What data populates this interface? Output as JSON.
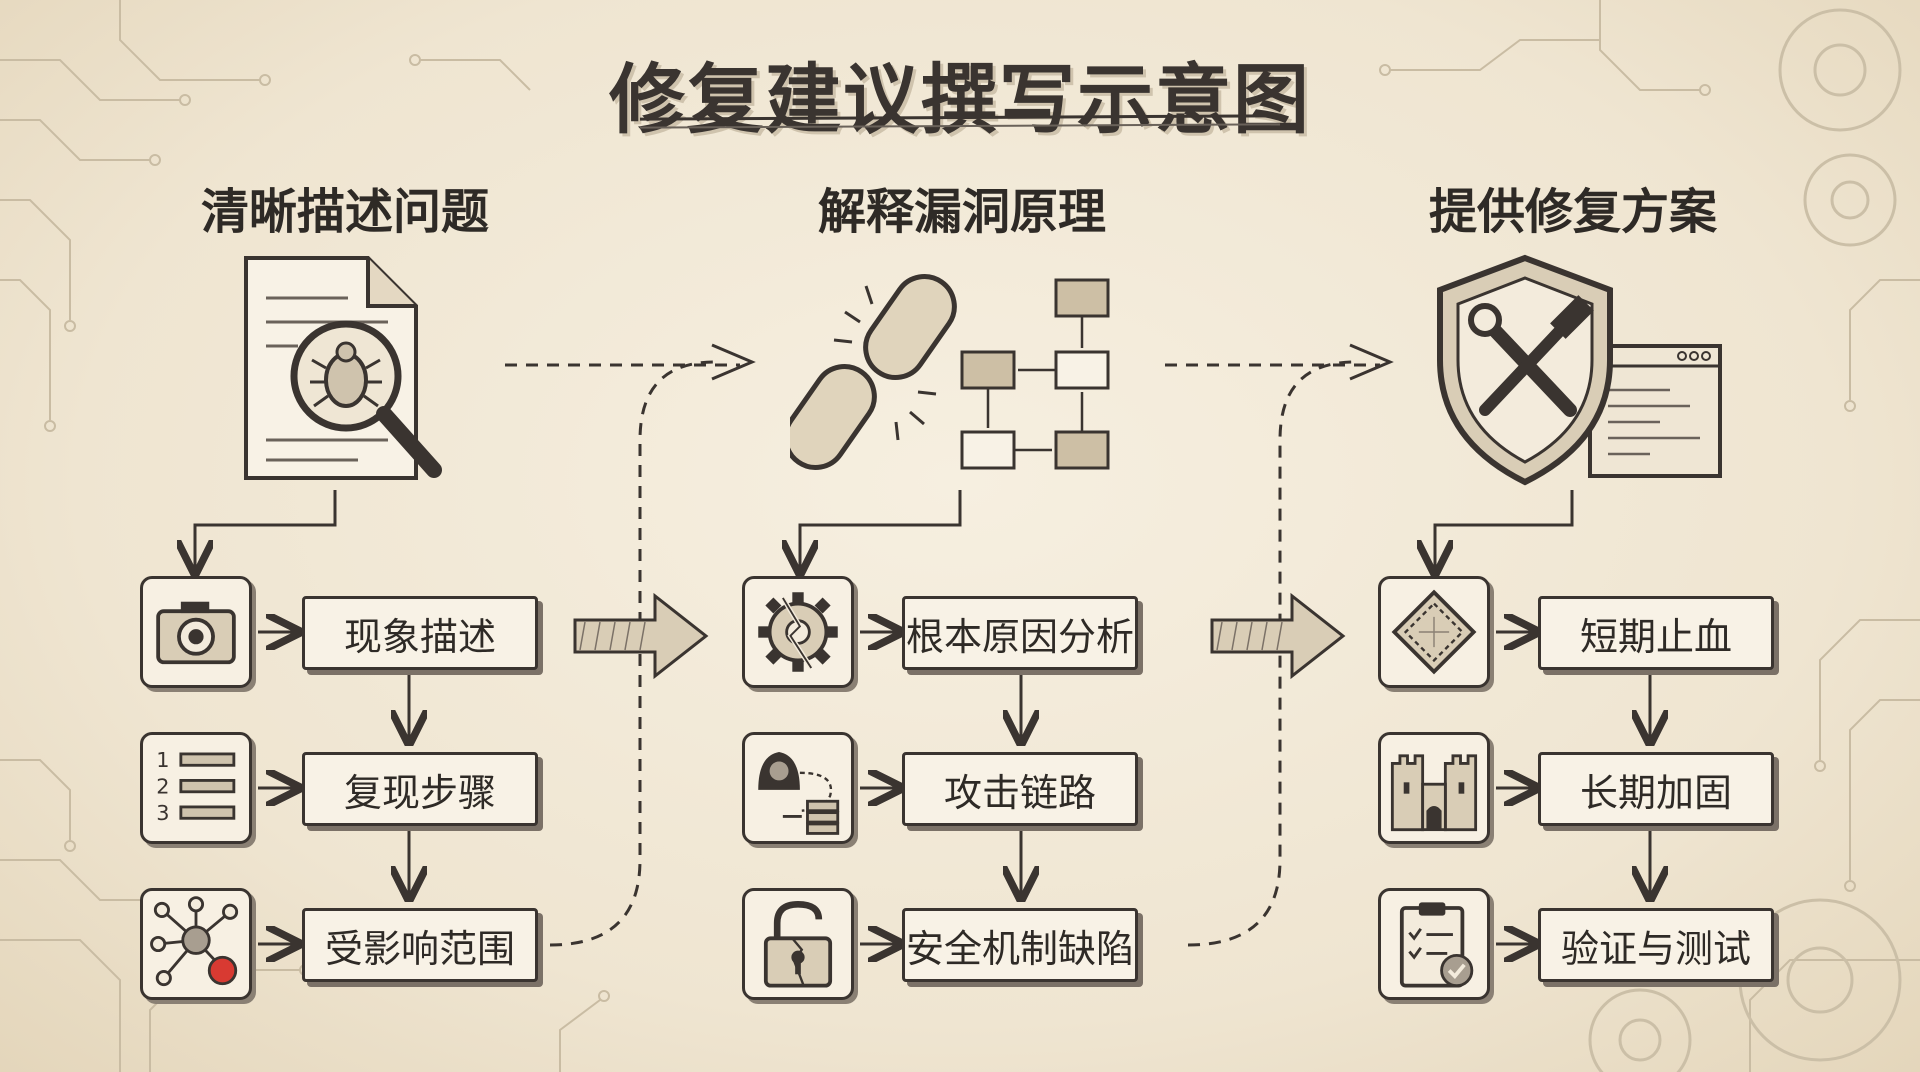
{
  "title": "修复建议撰写示意图",
  "columns": [
    {
      "title": "清晰描述问题",
      "hero_icon": "document-bug-magnifier-icon",
      "steps": [
        {
          "label": "现象描述",
          "icon": "camera-icon"
        },
        {
          "label": "复现步骤",
          "icon": "numbered-list-icon"
        },
        {
          "label": "受影响范围",
          "icon": "network-nodes-icon"
        }
      ]
    },
    {
      "title": "解释漏洞原理",
      "hero_icon": "broken-chain-flowchart-icon",
      "steps": [
        {
          "label": "根本原因分析",
          "icon": "broken-gear-icon"
        },
        {
          "label": "攻击链路",
          "icon": "hacker-server-icon"
        },
        {
          "label": "安全机制缺陷",
          "icon": "broken-padlock-icon"
        }
      ]
    },
    {
      "title": "提供修复方案",
      "hero_icon": "shield-tools-code-icon",
      "steps": [
        {
          "label": "短期止血",
          "icon": "bandage-patch-icon"
        },
        {
          "label": "长期加固",
          "icon": "castle-icon"
        },
        {
          "label": "验证与测试",
          "icon": "clipboard-check-icon"
        }
      ]
    }
  ],
  "colors": {
    "ink": "#3a3430",
    "paper": "#f6efe0",
    "accent_red": "#d83a32"
  }
}
